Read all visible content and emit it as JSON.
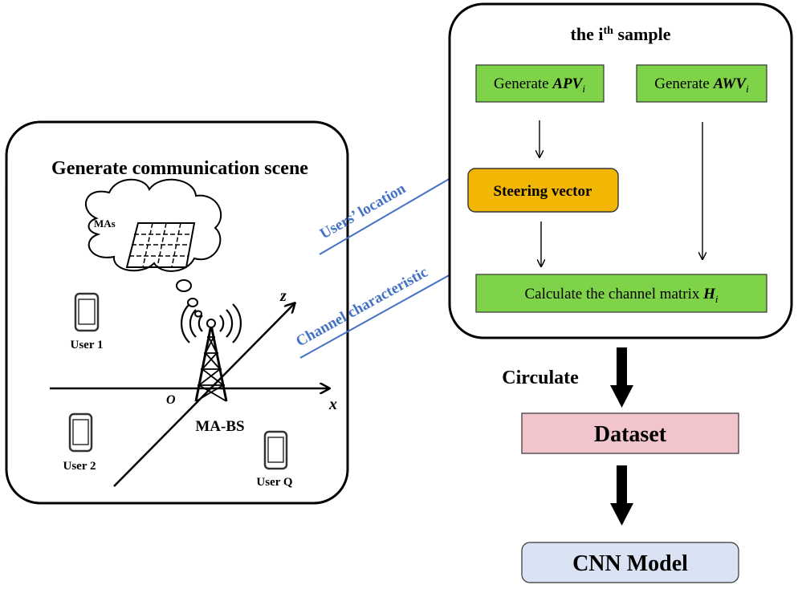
{
  "left_panel": {
    "title": "Generate communication scene",
    "cloud_label": "MAs",
    "base_station_label": "MA-BS",
    "origin_label": "O",
    "axis_x_label": "x",
    "axis_z_label": "z",
    "users": [
      {
        "label": "User 1"
      },
      {
        "label": "User 2"
      },
      {
        "label": "User Q"
      }
    ]
  },
  "arrows": {
    "users_location": "Users’ location",
    "channel_characteristic": "Channel characteristic"
  },
  "sample_panel": {
    "title_prefix": "the i",
    "title_sup": "th",
    "title_suffix": " sample",
    "generate_apv": {
      "text": "Generate ",
      "var": "APV",
      "sub": "i"
    },
    "generate_awv": {
      "text": "Generate ",
      "var": "AWV",
      "sub": "i"
    },
    "steering_vector": "Steering vector",
    "channel_matrix": {
      "text": "Calculate the channel matrix ",
      "var": "H",
      "sub": "i"
    }
  },
  "flow": {
    "circulate": "Circulate",
    "dataset": "Dataset",
    "cnn_model": "CNN Model"
  },
  "colors": {
    "green_box": "#7ED348",
    "orange_box": "#F2B705",
    "pink_box": "#F2C4CB",
    "blue_box": "#D9E3F3",
    "blue_arrow": "#4472C4",
    "line": "#000000"
  }
}
